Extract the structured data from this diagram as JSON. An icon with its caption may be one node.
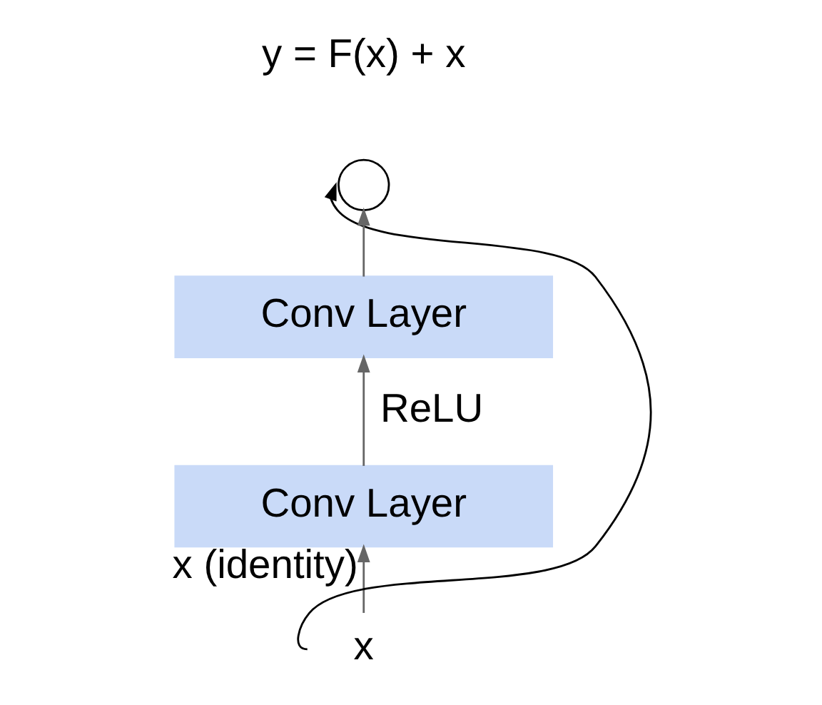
{
  "diagram": {
    "nodes": [
      {
        "text": [
          "x"
        ]
      },
      {
        "text": [
          "Conv Layer"
        ]
      },
      {
        "text": [
          "Conv Layer"
        ]
      },
      {
        "text": [],
        "shape": "circle"
      }
    ],
    "edges": [
      {
        "from": 0,
        "to": 1,
        "arrow": "to"
      },
      {
        "from": 1,
        "to": 2,
        "arrow": "to",
        "label": "ReLU"
      },
      {
        "from": 2,
        "to": 3,
        "arrow": "to"
      },
      {
        "from": 0,
        "to": 3,
        "arrow": "to",
        "label": "x (identity)",
        "color": "#000000"
      }
    ],
    "labels": [
      "y = F(x) + x"
    ]
  }
}
